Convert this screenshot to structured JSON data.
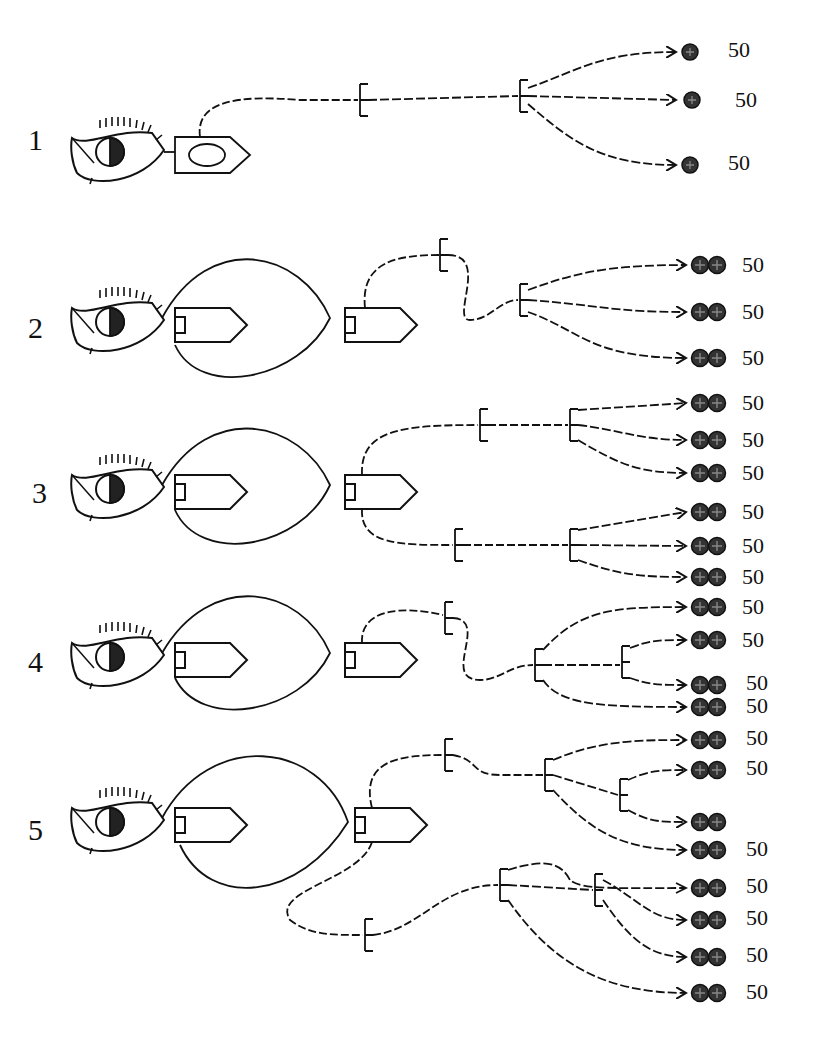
{
  "diagram": {
    "labels": [
      "1",
      "50",
      "50",
      "50",
      "2",
      "50",
      "50",
      "50",
      "3",
      "50",
      "50",
      "50",
      "50",
      "50",
      "50",
      "4",
      "50",
      "50",
      "50",
      "50",
      "5",
      "50",
      "50",
      "50",
      "50",
      "50",
      "50",
      "50"
    ]
  }
}
